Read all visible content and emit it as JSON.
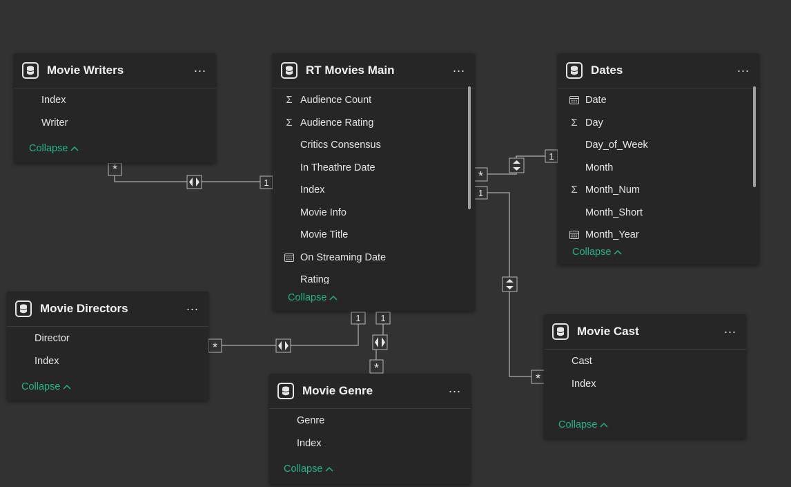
{
  "tables": {
    "writers": {
      "title": "Movie Writers",
      "more": "...",
      "collapse": "Collapse",
      "fields": [
        {
          "name": "Index",
          "icon": ""
        },
        {
          "name": "Writer",
          "icon": ""
        }
      ]
    },
    "main": {
      "title": "RT Movies Main",
      "more": "...",
      "collapse": "Collapse",
      "fields": [
        {
          "name": "Audience Count",
          "icon": "sigma-icon"
        },
        {
          "name": "Audience Rating",
          "icon": "sigma-icon"
        },
        {
          "name": "Critics Consensus",
          "icon": ""
        },
        {
          "name": "In Theathre Date",
          "icon": ""
        },
        {
          "name": "Index",
          "icon": ""
        },
        {
          "name": "Movie Info",
          "icon": ""
        },
        {
          "name": "Movie Title",
          "icon": ""
        },
        {
          "name": "On Streaming Date",
          "icon": "calendar-icon"
        },
        {
          "name": "Rating",
          "icon": ""
        }
      ]
    },
    "dates": {
      "title": "Dates",
      "more": "...",
      "collapse": "Collapse",
      "fields": [
        {
          "name": "Date",
          "icon": "calendar-icon"
        },
        {
          "name": "Day",
          "icon": "sigma-icon"
        },
        {
          "name": "Day_of_Week",
          "icon": ""
        },
        {
          "name": "Month",
          "icon": ""
        },
        {
          "name": "Month_Num",
          "icon": "sigma-icon"
        },
        {
          "name": "Month_Short",
          "icon": ""
        },
        {
          "name": "Month_Year",
          "icon": "calendar-icon"
        }
      ]
    },
    "directors": {
      "title": "Movie Directors",
      "more": "...",
      "collapse": "Collapse",
      "fields": [
        {
          "name": "Director",
          "icon": ""
        },
        {
          "name": "Index",
          "icon": ""
        }
      ]
    },
    "genre": {
      "title": "Movie Genre",
      "more": "...",
      "collapse": "Collapse",
      "fields": [
        {
          "name": "Genre",
          "icon": ""
        },
        {
          "name": "Index",
          "icon": ""
        }
      ]
    },
    "cast": {
      "title": "Movie Cast",
      "more": "...",
      "collapse": "Collapse",
      "fields": [
        {
          "name": "Cast",
          "icon": ""
        },
        {
          "name": "Index",
          "icon": ""
        }
      ]
    }
  },
  "relationships": [
    {
      "from": "Movie Writers",
      "to": "RT Movies Main",
      "from_cardinality": "*",
      "to_cardinality": "1",
      "direction": "both"
    },
    {
      "from": "Movie Directors",
      "to": "RT Movies Main",
      "from_cardinality": "*",
      "to_cardinality": "1",
      "direction": "both"
    },
    {
      "from": "Movie Genre",
      "to": "RT Movies Main",
      "from_cardinality": "*",
      "to_cardinality": "1",
      "direction": "both"
    },
    {
      "from": "RT Movies Main",
      "to": "Dates",
      "from_cardinality": "*",
      "to_cardinality": "1",
      "direction": "both"
    },
    {
      "from": "Movie Cast",
      "to": "RT Movies Main",
      "from_cardinality": "*",
      "to_cardinality": "1",
      "direction": "both"
    }
  ],
  "colors": {
    "canvas": "#323232",
    "card": "#262626",
    "accent": "#21b58a",
    "line": "#9a9a9a"
  }
}
